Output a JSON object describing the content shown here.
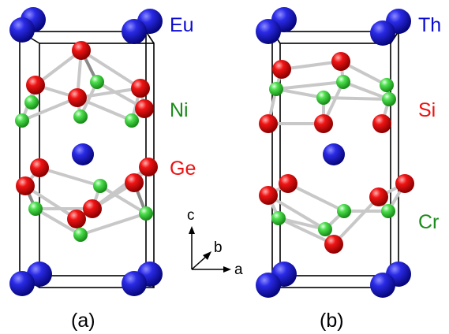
{
  "panels": [
    {
      "caption": "(a)",
      "labels": [
        {
          "text": "Eu",
          "color": "#0a0ad2",
          "element": "Eu"
        },
        {
          "text": "Ni",
          "color": "#1a8c1a",
          "element": "Ni"
        },
        {
          "text": "Ge",
          "color": "#ee1010",
          "element": "Ge"
        }
      ]
    },
    {
      "caption": "(b)",
      "labels": [
        {
          "text": "Th",
          "color": "#0a0ad2",
          "element": "Th"
        },
        {
          "text": "Si",
          "color": "#ee1010",
          "element": "Si"
        },
        {
          "text": "Cr",
          "color": "#1a8c1a",
          "element": "Cr"
        }
      ]
    }
  ],
  "axes": {
    "c": "c",
    "b": "b",
    "a": "a"
  },
  "colors": {
    "blue_atom": "#1414c8",
    "red_atom": "#e60a0a",
    "green_atom": "#3ccf3c"
  }
}
